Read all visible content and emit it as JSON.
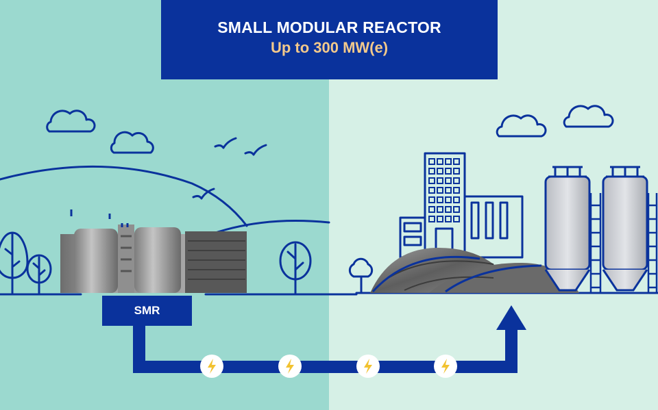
{
  "header": {
    "title": "SMALL MODULAR REACTOR",
    "subtitle": "Up to 300 MW(e)"
  },
  "smr_label": "SMR",
  "colors": {
    "left_background": "#9bd9cf",
    "right_background": "#d6f0e6",
    "navy": "#0a329c",
    "subtitle_gold": "#f3c98b",
    "bolt_yellow": "#f2c230"
  },
  "icons": [
    "cloud-icon",
    "bird-icon",
    "tree-icon",
    "lightning-bolt-icon",
    "arrow-up-icon",
    "factory-icon",
    "silo-icon",
    "reactor-building-image"
  ],
  "power_line_nodes": 4
}
